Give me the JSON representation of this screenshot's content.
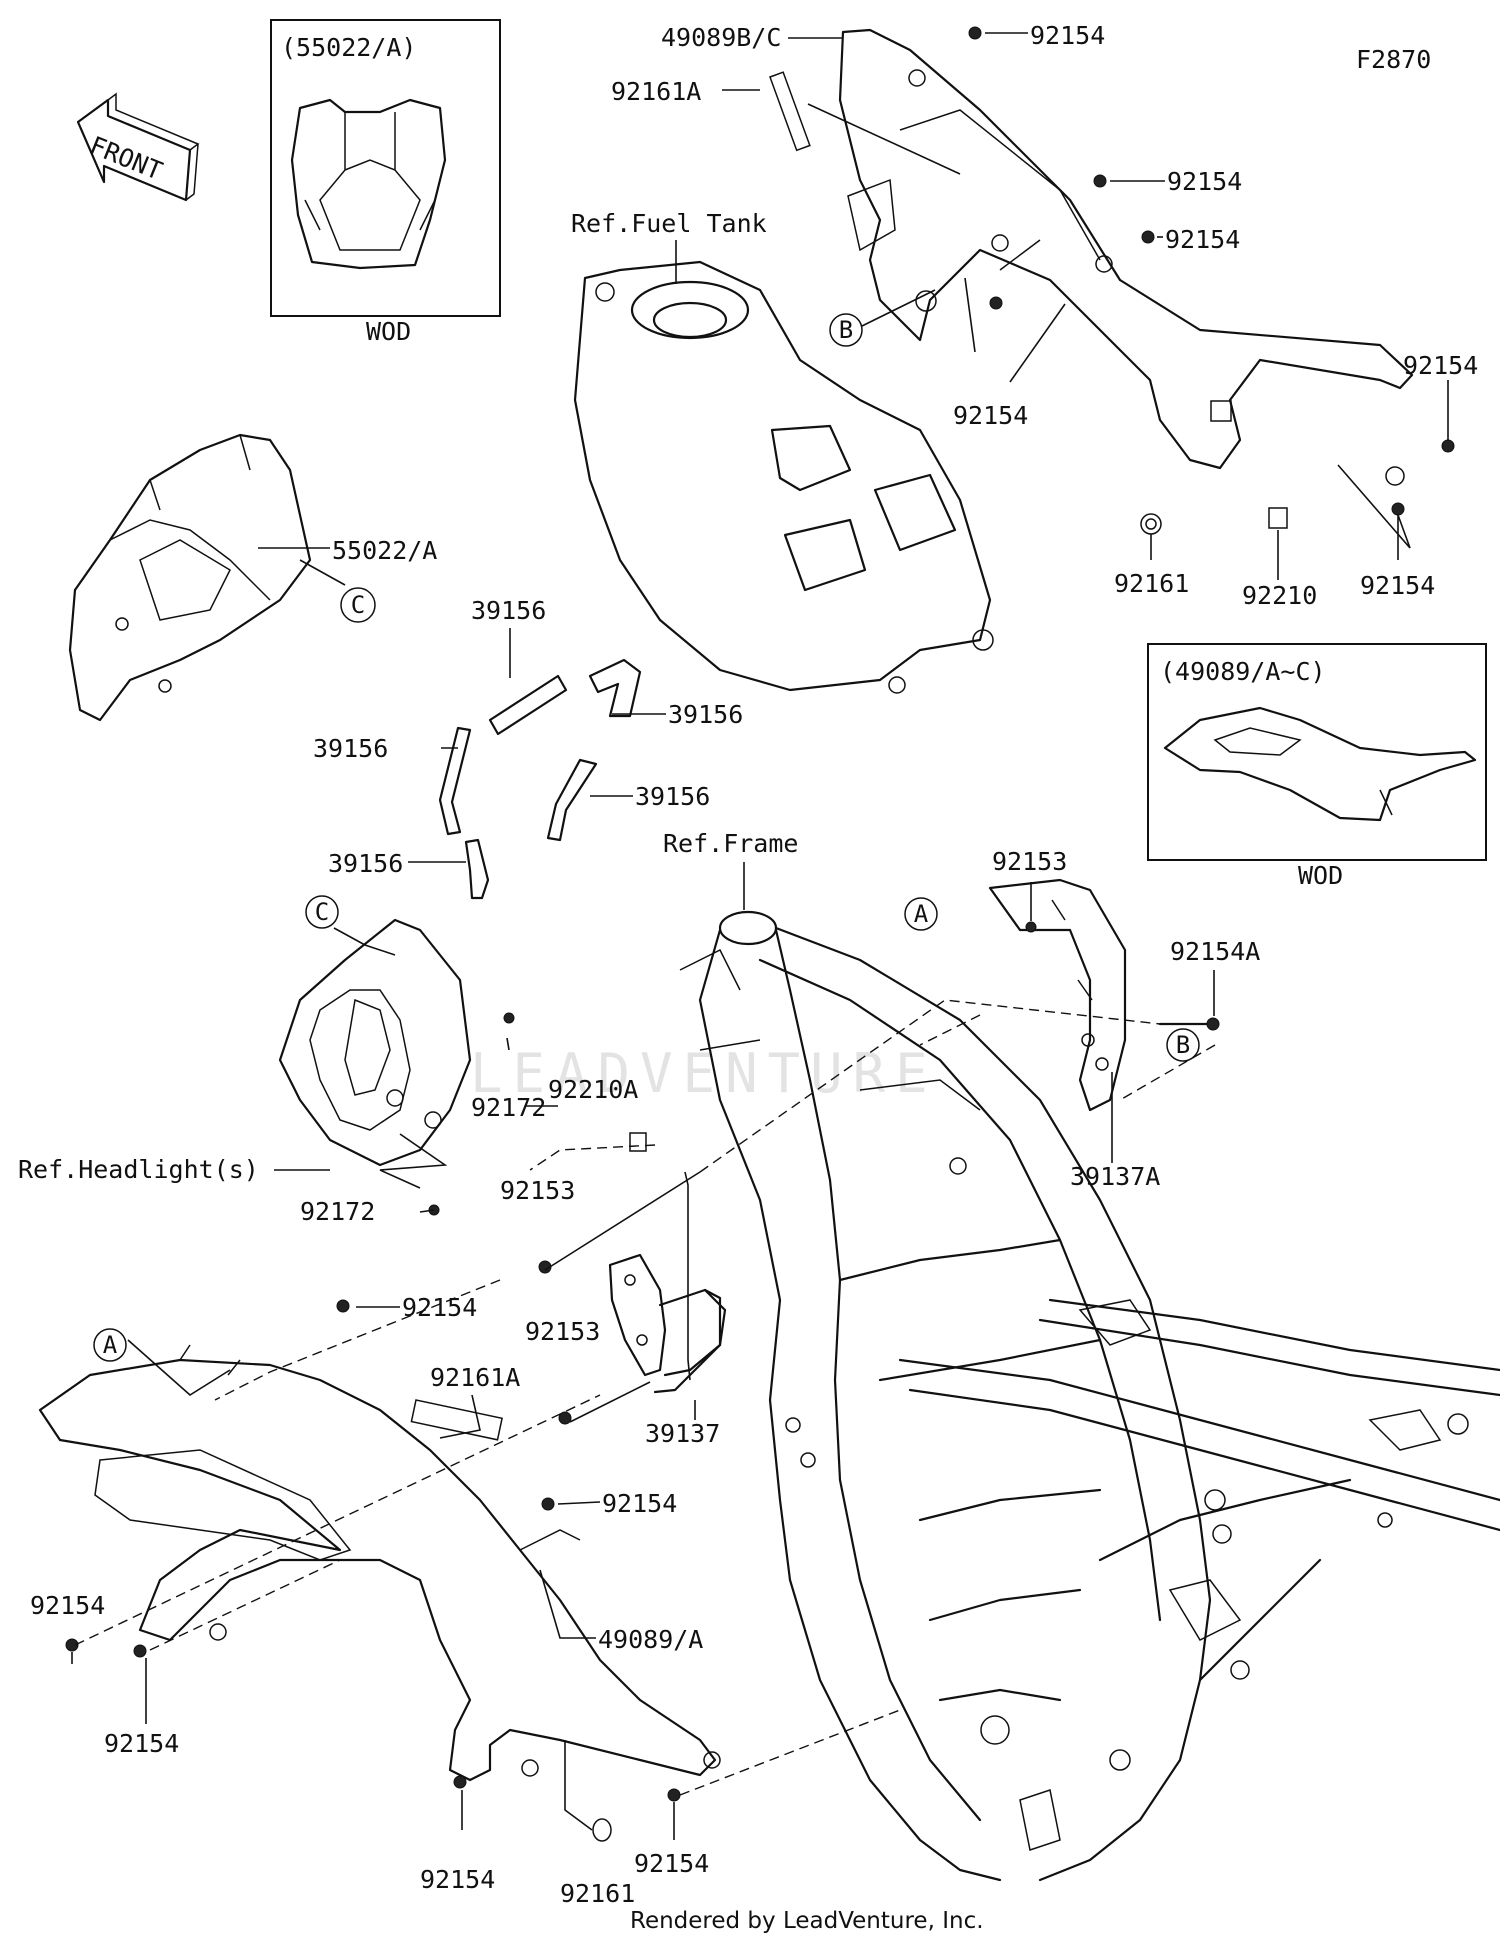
{
  "figure_code": "F2870",
  "front_label": "FRONT",
  "watermark": "LEADVENTURE",
  "footer": "Rendered by LeadVenture, Inc.",
  "insets": {
    "headlight_cover": {
      "title": "(55022/A)",
      "caption": "WOD"
    },
    "side_cover": {
      "title": "(49089/A~C)",
      "caption": "WOD"
    }
  },
  "references": {
    "fuel_tank": "Ref.Fuel Tank",
    "frame": "Ref.Frame",
    "headlight": "Ref.Headlight(s)"
  },
  "circle_markers": [
    "A",
    "B",
    "C"
  ],
  "part_labels": {
    "p49089bc": "49089B/C",
    "p92154_a": "92154",
    "p92161a_top": "92161A",
    "p92154_b": "92154",
    "p92154_c": "92154",
    "p92154_d": "92154",
    "p92154_e": "92154",
    "p92161_top": "92161",
    "p92210": "92210",
    "p92154_f": "92154",
    "p55022a": "55022/A",
    "p39156_1": "39156",
    "p39156_2": "39156",
    "p39156_3": "39156",
    "p39156_4": "39156",
    "p39156_5": "39156",
    "p92153_top": "92153",
    "p92154a": "92154A",
    "p39137a": "39137A",
    "p92172_1": "92172",
    "p92172_2": "92172",
    "p92210a": "92210A",
    "p92153_mid": "92153",
    "p92153_low": "92153",
    "p39137": "39137",
    "p92154_g": "92154",
    "p92161a_low": "92161A",
    "p92154_h": "92154",
    "p49089a": "49089/A",
    "p92154_i": "92154",
    "p92154_j": "92154",
    "p92154_k": "92154",
    "p92161_low": "92161",
    "p92154_l": "92154"
  }
}
